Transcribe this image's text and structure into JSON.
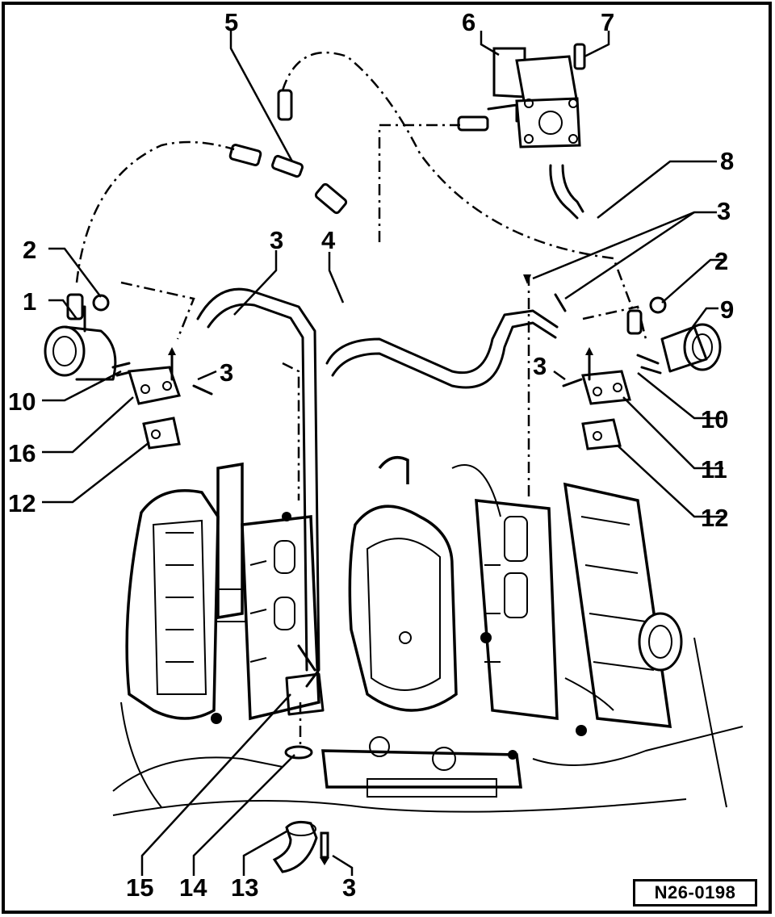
{
  "diagram": {
    "callouts": [
      "1",
      "2",
      "2",
      "3",
      "3",
      "3",
      "3",
      "3",
      "3",
      "4",
      "5",
      "6",
      "7",
      "8",
      "9",
      "10",
      "10",
      "11",
      "12",
      "12",
      "13",
      "14",
      "15",
      "16"
    ],
    "reference_code": "N26-0198"
  }
}
